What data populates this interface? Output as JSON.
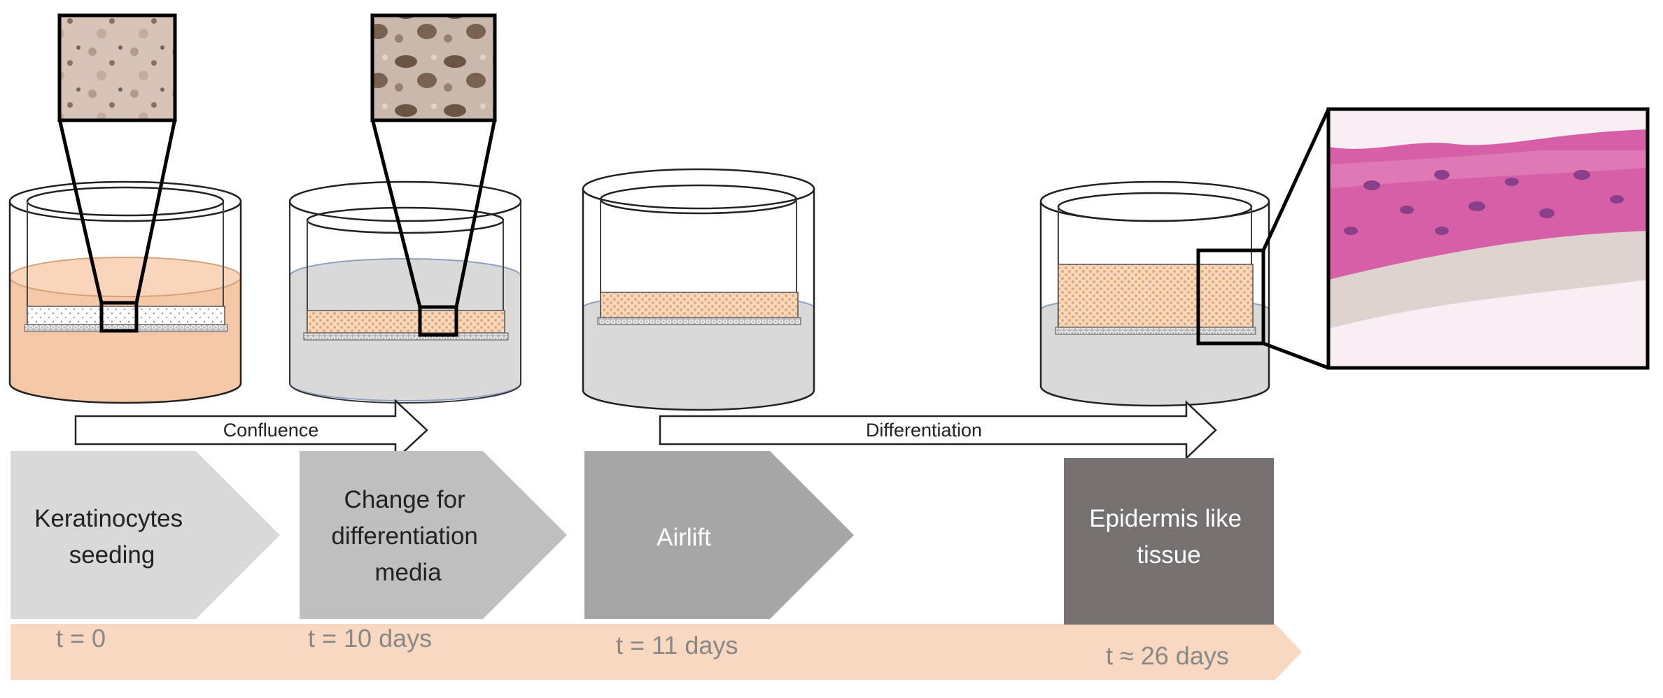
{
  "arrows": {
    "confluence": "Confluence",
    "differentiation": "Differentiation"
  },
  "steps": [
    {
      "line1": "Keratinocytes",
      "line2": "seeding",
      "line3": ""
    },
    {
      "line1": "Change for",
      "line2": "differentiation",
      "line3": "media"
    },
    {
      "line1": "Airlift",
      "line2": "",
      "line3": ""
    },
    {
      "line1": "Epidermis like",
      "line2": "tissue",
      "line3": ""
    }
  ],
  "timeline": [
    "t = 0",
    "t = 10 days",
    "t = 11 days",
    "t ≈ 26 days"
  ],
  "colors": {
    "medium_orange": "#f5c9a8",
    "medium_grey": "#d9d9d9",
    "cell_layer": "#f3d3b3",
    "timeline_band": "#f8d8c0",
    "step1": "#d9d9d9",
    "step2": "#bfbfbf",
    "step3": "#a6a6a6",
    "step4": "#767171",
    "histology_pink": "#d65fa8"
  }
}
